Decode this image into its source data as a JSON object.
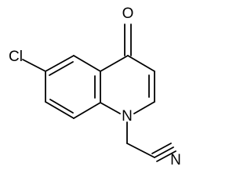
{
  "molecule": {
    "atoms": {
      "chlorine": "Cl",
      "oxygen": "O",
      "nitrogen": "N",
      "nitrile_nitrogen": "N"
    }
  }
}
